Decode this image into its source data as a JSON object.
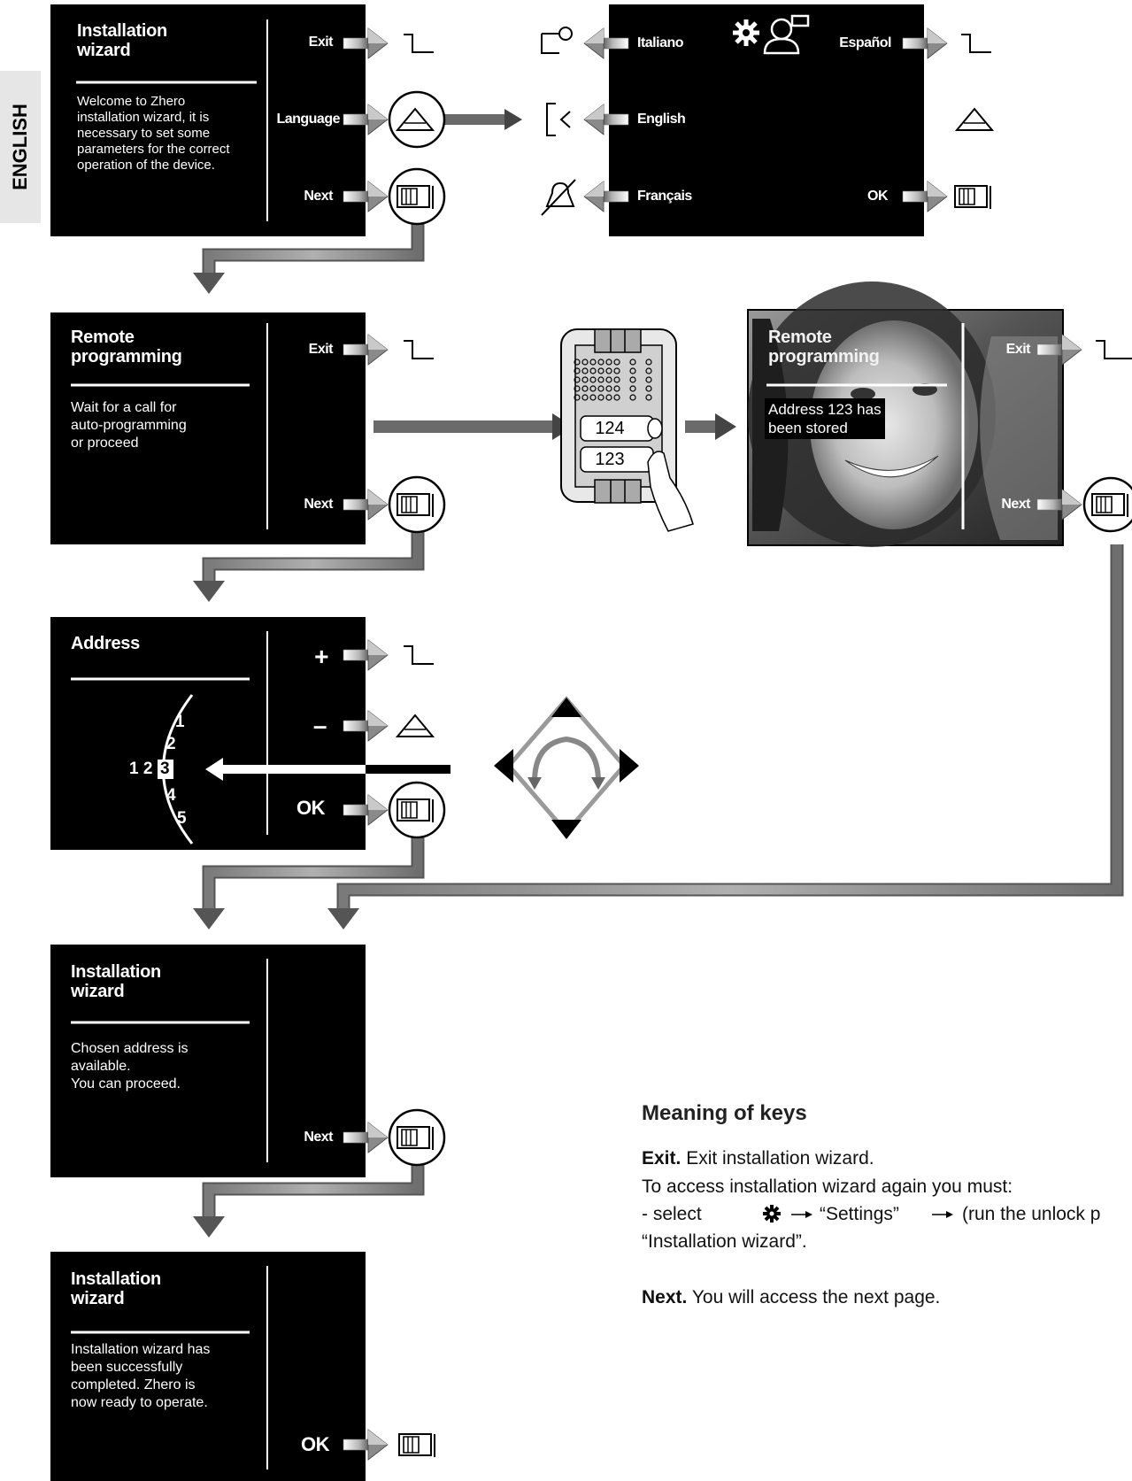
{
  "sidebar_label": "ENGLISH",
  "screen1": {
    "title": "Installation\nwizard",
    "body": "Welcome to Zhero\ninstallation wizard, it is\nnecessary to set some\nparameters for the correct\noperation of the device.",
    "keys": [
      "Exit",
      "Language",
      "Next"
    ]
  },
  "language_screen": {
    "left": [
      "Italiano",
      "English",
      "Français"
    ],
    "right": [
      "Español",
      "OK"
    ]
  },
  "screen2": {
    "title": "Remote\nprogramming",
    "body": "Wait for a call for\nauto-programming\nor proceed",
    "keys": [
      "Exit",
      "Next"
    ]
  },
  "panel": {
    "buttons": [
      "124",
      "123"
    ]
  },
  "photo_screen": {
    "title": "Remote\nprogramming",
    "message": "Address 123 has\nbeen stored",
    "keys": [
      "Exit",
      "Next"
    ]
  },
  "screen3": {
    "title": "Address",
    "keys": [
      "+",
      "–",
      "OK"
    ],
    "wheel": [
      "1",
      "2",
      "3",
      "4",
      "5"
    ],
    "prefix": "1 2"
  },
  "screen4": {
    "title": "Installation\nwizard",
    "body": "Chosen address is\navailable.\nYou can proceed.",
    "keys": [
      "Next"
    ]
  },
  "screen5": {
    "title": "Installation\nwizard",
    "body": "Installation wizard has\nbeen successfully\ncompleted. Zhero is\nnow ready to operate.",
    "keys": [
      "OK"
    ]
  },
  "help": {
    "title": "Meaning of keys",
    "exit_term": "Exit.",
    "exit_text": " Exit installation wizard.",
    "line2": "To access installation wizard again you must:",
    "line3a": "- select",
    "line3b": "“Settings”",
    "line3c": "(run the unlock p",
    "line4": "“Installation wizard”.",
    "next_term": "Next.",
    "next_text": " You will access the next page."
  }
}
